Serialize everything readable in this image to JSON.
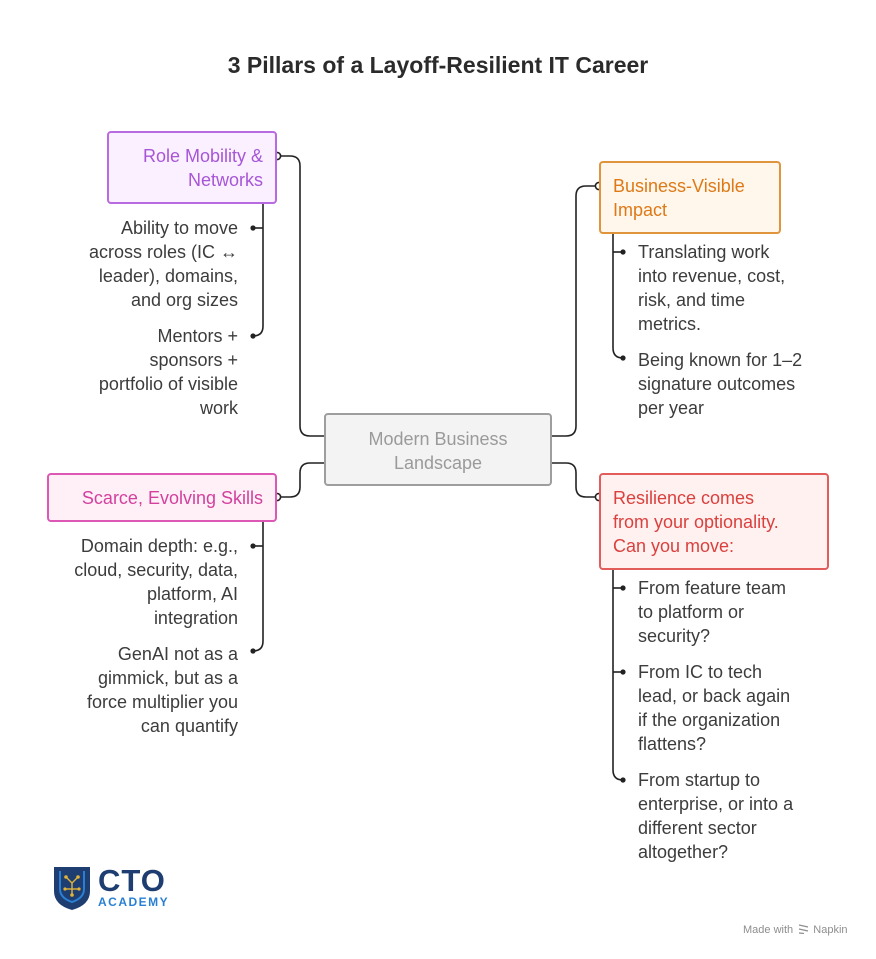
{
  "title": "3 Pillars of a Layoff-Resilient IT Career",
  "center": {
    "lines": [
      "Modern Business",
      "Landscape"
    ]
  },
  "pillars": {
    "role": {
      "lines": [
        "Role Mobility &",
        "Networks"
      ],
      "items": [
        [
          "Ability to move",
          "across roles (IC ↔",
          "leader), domains,",
          "and org sizes"
        ],
        [
          "Mentors +",
          "sponsors +",
          "portfolio of visible",
          "work"
        ]
      ]
    },
    "scarce": {
      "lines": [
        "Scarce, Evolving Skills"
      ],
      "items": [
        [
          "Domain depth: e.g.,",
          "cloud, security, data,",
          "platform, AI",
          "integration"
        ],
        [
          "GenAI not as a",
          "gimmick, but as a",
          "force multiplier you",
          "can quantify"
        ]
      ]
    },
    "business": {
      "lines": [
        "Business-Visible",
        "Impact"
      ],
      "items": [
        [
          "Translating work",
          "into revenue, cost,",
          "risk, and time",
          "metrics."
        ],
        [
          "Being known for 1–2",
          "signature outcomes",
          "per year"
        ]
      ]
    },
    "resilience": {
      "lines": [
        "Resilience comes",
        "from your optionality.",
        "Can you move:"
      ],
      "items": [
        [
          "From feature team",
          "to platform or",
          "security?"
        ],
        [
          "From IC to tech",
          "lead, or back again",
          "if the organization",
          "flattens?"
        ],
        [
          "From startup to",
          "enterprise, or into a",
          "different sector",
          "altogether?"
        ]
      ]
    }
  },
  "logo": {
    "name": "CTO",
    "sub": "ACADEMY",
    "icon": "shield-circuit-icon"
  },
  "watermark": {
    "text": "Made with",
    "brand": "Napkin",
    "icon": "napkin-logo-icon"
  },
  "colors": {
    "role": "#b86be0",
    "scarce": "#dc58b4",
    "business": "#e0953c",
    "resilience": "#e25c5c",
    "center": "#9e9e9e",
    "line": "#222222"
  }
}
